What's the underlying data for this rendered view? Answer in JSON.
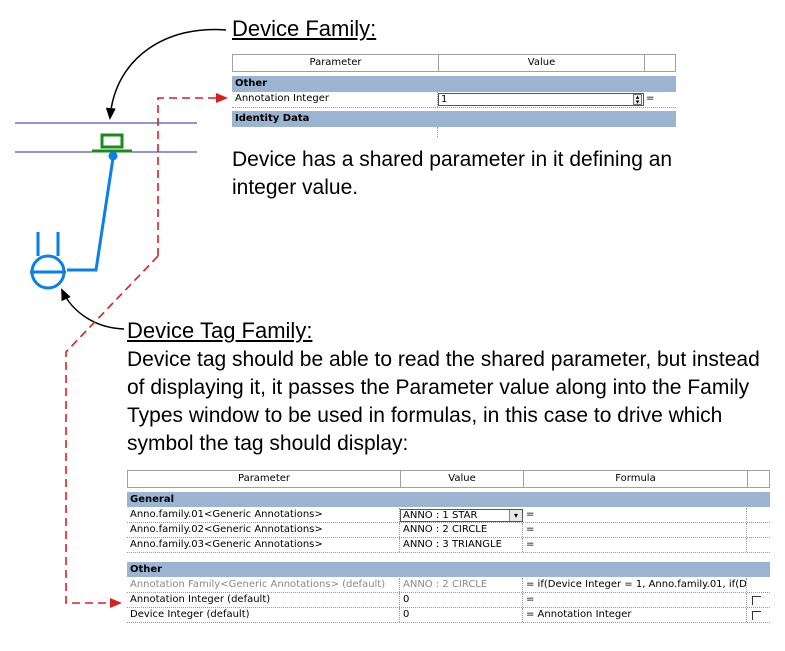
{
  "device_family": {
    "heading": "Device Family:",
    "description": "Device has a shared parameter in it defining an integer value.",
    "grid": {
      "headers": [
        "Parameter",
        "Value"
      ],
      "group_other": "Other",
      "row_param": "Annotation Integer",
      "row_value": "1",
      "row_equals": "=",
      "group_identity": "Identity Data"
    }
  },
  "device_tag_family": {
    "heading": "Device Tag Family:",
    "description": "Device tag should be able to read the shared parameter, but instead of displaying it, it passes the Parameter value along into the Family Types window to be used in formulas, in this case to drive which symbol the tag should display:",
    "grid": {
      "headers": [
        "Parameter",
        "Value",
        "Formula"
      ],
      "group_general": "General",
      "general_rows": [
        {
          "param": "Anno.family.01<Generic Annotations>",
          "value": "ANNO : 1 STAR",
          "formula": "="
        },
        {
          "param": "Anno.family.02<Generic Annotations>",
          "value": "ANNO : 2 CIRCLE",
          "formula": "="
        },
        {
          "param": "Anno.family.03<Generic Annotations>",
          "value": "ANNO : 3 TRIANGLE",
          "formula": "="
        }
      ],
      "group_other": "Other",
      "other_rows": [
        {
          "param": "Annotation Family<Generic Annotations> (default)",
          "value": "ANNO : 2 CIRCLE",
          "formula": "= if(Device Integer = 1, Anno.family.01, if(Devi"
        },
        {
          "param": "Annotation Integer (default)",
          "value": "0",
          "formula": "="
        },
        {
          "param": "Device Integer (default)",
          "value": "0",
          "formula": "= Annotation Integer"
        }
      ]
    }
  },
  "colors": {
    "group_header": "#9bb4d2",
    "device_symbol": "#0a7fe8",
    "device_green": "#1a8c1a",
    "dashed_arrow": "#d62020",
    "rule_lines": "#2a2a9c"
  }
}
